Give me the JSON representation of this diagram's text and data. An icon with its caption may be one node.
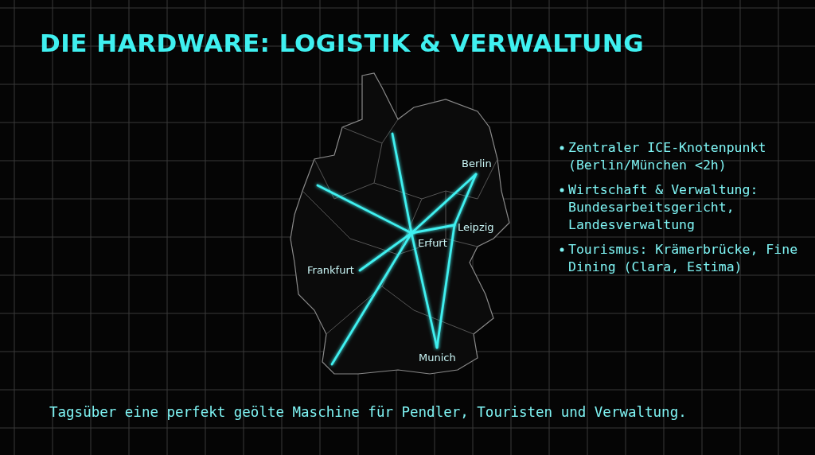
{
  "diagram": {
    "title": "DIE HARDWARE: LOGISTIK & VERWALTUNG",
    "caption": "Tagsüber eine perfekt geölte Maschine für Pendler, Touristen und Verwaltung.",
    "nodes": [
      {
        "text": [
          "Erfurt"
        ]
      },
      {
        "text": [
          "Berlin"
        ]
      },
      {
        "text": [
          "Leipzig"
        ]
      },
      {
        "text": [
          "Frankfurt"
        ]
      },
      {
        "text": [
          "Munich"
        ]
      }
    ],
    "edges": [
      {
        "from": 0,
        "to": null,
        "arrow": "none"
      },
      {
        "from": 0,
        "to": null,
        "arrow": "none"
      },
      {
        "from": 0,
        "to": 1,
        "arrow": "none"
      },
      {
        "from": 0,
        "to": 2,
        "arrow": "none"
      },
      {
        "from": 0,
        "to": 3,
        "arrow": "none"
      },
      {
        "from": 0,
        "to": null,
        "arrow": "none"
      },
      {
        "from": 0,
        "to": 4,
        "arrow": "none"
      },
      {
        "from": 1,
        "to": 2,
        "arrow": "none"
      },
      {
        "from": 2,
        "to": 4,
        "arrow": "none"
      }
    ],
    "labels": [
      "Zentraler ICE-Knotenpunkt (Berlin/München <2h)",
      "Wirtschaft & Verwaltung: Bundesarbeitsgericht, Landesverwaltung",
      "Tourismus: Krämerbrücke, Fine Dining (Clara, Estima)"
    ]
  }
}
